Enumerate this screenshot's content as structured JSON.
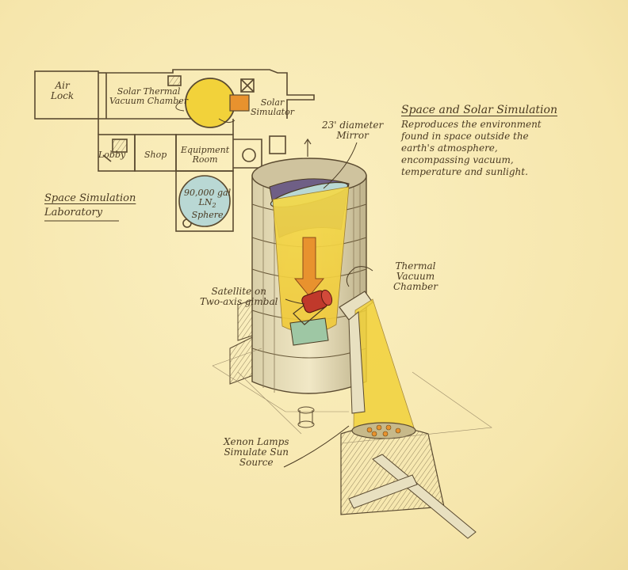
{
  "colors": {
    "background": "#f8eab4",
    "ink": "#4a3a22",
    "beam_yellow": "#f2d23a",
    "chamber_orange": "#e8922e",
    "ln2_blue": "#b9d8d4",
    "satellite_red": "#c0392b",
    "inner_purple": "#6f5f86",
    "pad_green": "#9ec7a4"
  },
  "floor_plan": {
    "air_lock": [
      "Air",
      "Lock"
    ],
    "solar_thermal_vacuum_chamber": [
      "Solar Thermal",
      "Vacuum Chamber"
    ],
    "solar_simulator": [
      "Solar",
      "Simulator"
    ],
    "lobby": "Lobby",
    "shop": "Shop",
    "equipment_room": [
      "Equipment",
      "Room"
    ],
    "sphere": [
      "90,000 gal",
      "LN",
      "Sphere"
    ],
    "sphere_subscript": "2",
    "title": [
      "Space Simulation",
      "Laboratory"
    ]
  },
  "info": {
    "heading": "Space and Solar Simulation",
    "lines": [
      "Reproduces the environment",
      "found in space outside the",
      "earth's atmosphere,",
      "encompassing vacuum,",
      "temperature and sunlight."
    ]
  },
  "callouts": {
    "mirror": [
      "23' diameter",
      "Mirror"
    ],
    "chamber": [
      "Thermal",
      "Vacuum",
      "Chamber"
    ],
    "satellite": [
      "Satellite on",
      "Two-axis gimbal"
    ],
    "xenon": [
      "Xenon Lamps",
      "Simulate Sun",
      "Source"
    ]
  },
  "icons": {
    "north_arrow": "north-arrow-icon",
    "floor_plan": "floor-plan-icon",
    "chamber": "vacuum-chamber-icon",
    "satellite": "satellite-icon"
  }
}
